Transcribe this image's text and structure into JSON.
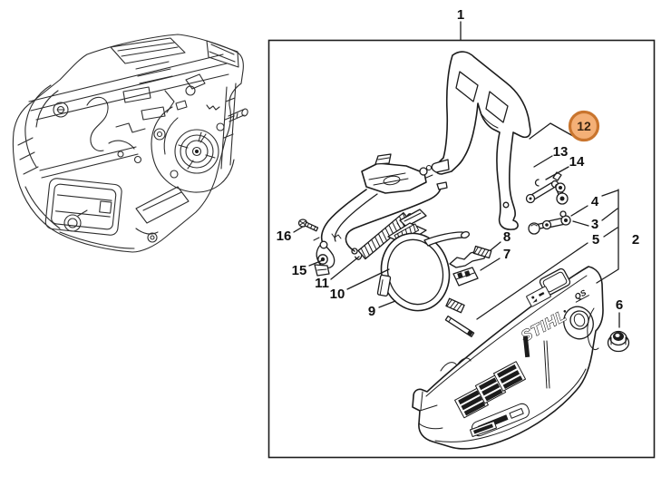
{
  "colors": {
    "background": "#ffffff",
    "line": "#1c1c1c",
    "highlight_ring": "#c9752e",
    "highlight_fill": "#f4b077",
    "highlight_text": "#3a2410"
  },
  "callouts": {
    "c1": {
      "label": "1"
    },
    "c2": {
      "label": "2"
    },
    "c3": {
      "label": "3"
    },
    "c4": {
      "label": "4"
    },
    "c5": {
      "label": "5"
    },
    "c6": {
      "label": "6"
    },
    "c7": {
      "label": "7"
    },
    "c8": {
      "label": "8"
    },
    "c9": {
      "label": "9"
    },
    "c10": {
      "label": "10"
    },
    "c11": {
      "label": "11"
    },
    "c13": {
      "label": "13"
    },
    "c14": {
      "label": "14"
    },
    "c15": {
      "label": "15"
    },
    "c16": {
      "label": "16"
    }
  },
  "highlighted_callout": {
    "label": "12"
  },
  "cover": {
    "brand": "STIHL",
    "logo": "QS"
  }
}
